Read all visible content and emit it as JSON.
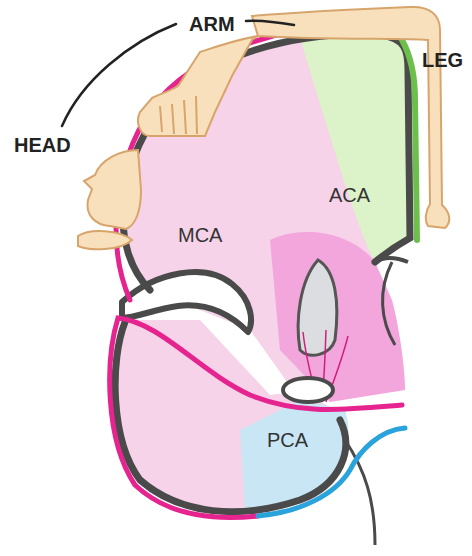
{
  "diagram": {
    "labels": [
      "HEAD",
      "ARM",
      "LEG",
      "MCA",
      "ACA",
      "PCA"
    ]
  }
}
